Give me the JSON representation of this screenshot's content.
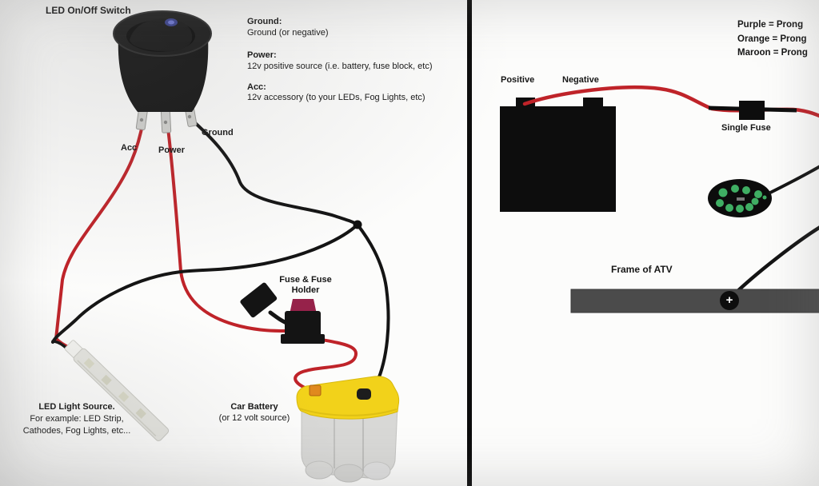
{
  "left_panel": {
    "switch_label": "LED On/Off Switch",
    "terminal_acc": "Acc",
    "terminal_power": "Power",
    "terminal_ground": "Ground",
    "legend": [
      {
        "term": "Ground:",
        "desc": "Ground (or negative)"
      },
      {
        "term": "Power:",
        "desc": "12v positive source (i.e. battery, fuse block, etc)"
      },
      {
        "term": "Acc:",
        "desc": "12v accessory (to your LEDs, Fog Lights, etc)"
      }
    ],
    "fuse_label_line1": "Fuse & Fuse",
    "fuse_label_line2": "Holder",
    "battery_label": "Car Battery",
    "battery_sublabel": "(or 12 volt source)",
    "led_source_label": "LED Light Source.",
    "led_source_line2": "For example: LED Strip,",
    "led_source_line3": "Cathodes, Fog Lights, etc..."
  },
  "right_panel": {
    "prong_legend": [
      "Purple = Prong",
      "Orange = Prong",
      "Maroon = Prong"
    ],
    "positive_label": "Positive",
    "negative_label": "Negative",
    "single_fuse_label": "Single Fuse",
    "frame_label": "Frame of ATV",
    "ground_connection_symbol": "+"
  },
  "colors": {
    "wire_red": "#bf2329",
    "wire_black": "#141414",
    "frame_gray": "#4b4b4b",
    "led_green": "#3fae63",
    "battery_yellow": "#f2d21a",
    "terminal_orange": "#e0891e",
    "switch_led_blue": "#4a57c9",
    "divider_black": "#0c0c0c"
  }
}
